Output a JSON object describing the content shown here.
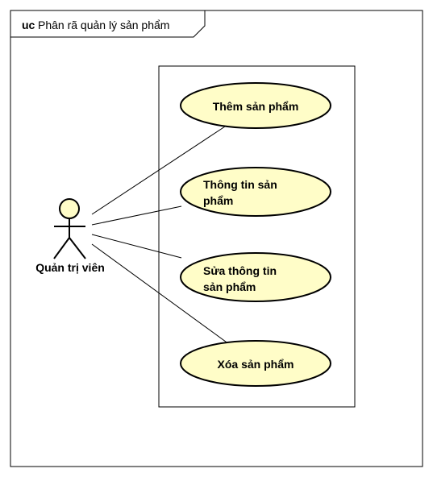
{
  "frame": {
    "keyword": "uc",
    "title": "Phân rã quản lý sản phẩm"
  },
  "actor": {
    "name": "Quản trị viên"
  },
  "use_cases": [
    {
      "id": "uc-them",
      "lines": [
        "Thêm sản phẩm"
      ]
    },
    {
      "id": "uc-thongtin",
      "lines": [
        "Thông tin sản",
        "phẩm"
      ]
    },
    {
      "id": "uc-sua",
      "lines": [
        "Sửa thông tin",
        "sản phẩm"
      ]
    },
    {
      "id": "uc-xoa",
      "lines": [
        "Xóa sản phẩm"
      ]
    }
  ],
  "colors": {
    "usecase_fill": "#fffdc8",
    "actor_fill": "#fffdc8",
    "stroke": "#000000"
  }
}
